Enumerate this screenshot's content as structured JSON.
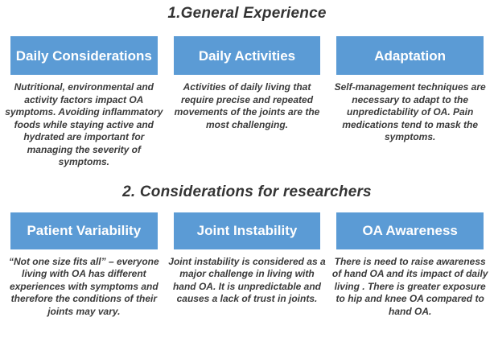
{
  "page": {
    "background_color": "#ffffff",
    "accent_color": "#5b9bd5",
    "title_color": "#343434",
    "body_text_color": "#3a3a3a",
    "header_text_color": "#ffffff"
  },
  "sections": [
    {
      "title": "1.General Experience",
      "cards": [
        {
          "header": "Daily Considerations",
          "body": "Nutritional, environmental and activity factors impact OA symptoms. Avoiding inflammatory foods while staying active and hydrated are important for managing the severity of symptoms."
        },
        {
          "header": "Daily Activities",
          "body": "Activities of daily living that require precise and repeated movements of the joints are the most challenging."
        },
        {
          "header": "Adaptation",
          "body": "Self-management techniques are necessary to adapt to the unpredictability of OA. Pain medications tend to mask the symptoms."
        }
      ]
    },
    {
      "title": "2. Considerations for researchers",
      "cards": [
        {
          "header": "Patient Variability",
          "body": "“Not one size fits all” – everyone living with OA has different experiences with symptoms and therefore the conditions of their joints may vary."
        },
        {
          "header": "Joint Instability",
          "body": "Joint instability is considered as a major challenge in living with hand OA. It is unpredictable and causes a lack of trust in joints."
        },
        {
          "header": "OA Awareness",
          "body": "There is need to raise awareness of hand OA and its impact of daily living . There is greater exposure to hip and knee OA compared to hand OA."
        }
      ]
    }
  ]
}
